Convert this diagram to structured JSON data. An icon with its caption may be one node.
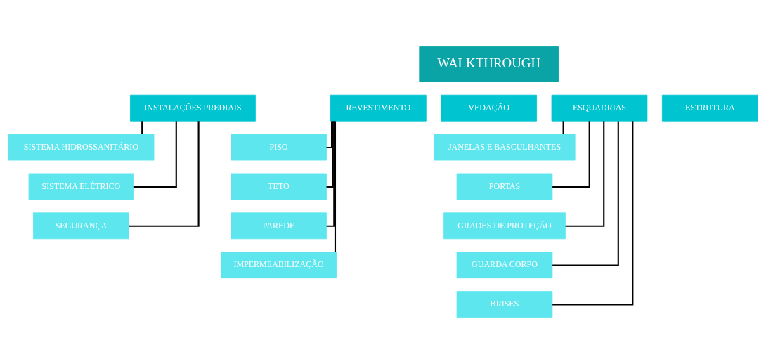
{
  "diagram": {
    "nodes": [
      {
        "text": [
          "WALKTHROUGH"
        ]
      },
      {
        "text": [
          "INSTALAÇÕES PREDIAIS"
        ]
      },
      {
        "text": [
          "REVESTIMENTO"
        ]
      },
      {
        "text": [
          "VEDAÇÃO"
        ]
      },
      {
        "text": [
          "ESQUADRIAS"
        ]
      },
      {
        "text": [
          "ESTRUTURA"
        ]
      },
      {
        "text": [
          "SISTEMA HIDROSSANITÁRIO"
        ]
      },
      {
        "text": [
          "SISTEMA ELÉTRICO"
        ]
      },
      {
        "text": [
          "SEGURANÇA"
        ]
      },
      {
        "text": [
          "PISO"
        ]
      },
      {
        "text": [
          "TETO"
        ]
      },
      {
        "text": [
          "PAREDE"
        ]
      },
      {
        "text": [
          "IMPERMEABILIZAÇÃO"
        ]
      },
      {
        "text": [
          "JANELAS E BASCULHANTES"
        ]
      },
      {
        "text": [
          "PORTAS"
        ]
      },
      {
        "text": [
          "GRADES DE PROTEÇÃO"
        ]
      },
      {
        "text": [
          "GUARDA CORPO"
        ]
      },
      {
        "text": [
          "BRISES"
        ]
      }
    ],
    "edges": [
      {
        "from": 1,
        "to": 6,
        "arrow": "none"
      },
      {
        "from": 1,
        "to": 7,
        "arrow": "none"
      },
      {
        "from": 1,
        "to": 8,
        "arrow": "none"
      },
      {
        "from": 2,
        "to": 9,
        "arrow": "none"
      },
      {
        "from": 2,
        "to": 10,
        "arrow": "none"
      },
      {
        "from": 2,
        "to": 11,
        "arrow": "none"
      },
      {
        "from": 2,
        "to": 12,
        "arrow": "none"
      },
      {
        "from": 4,
        "to": 13,
        "arrow": "none"
      },
      {
        "from": 4,
        "to": 14,
        "arrow": "none"
      },
      {
        "from": 4,
        "to": 15,
        "arrow": "none"
      },
      {
        "from": 4,
        "to": 16,
        "arrow": "none"
      },
      {
        "from": 4,
        "to": 17,
        "arrow": "none"
      }
    ]
  }
}
